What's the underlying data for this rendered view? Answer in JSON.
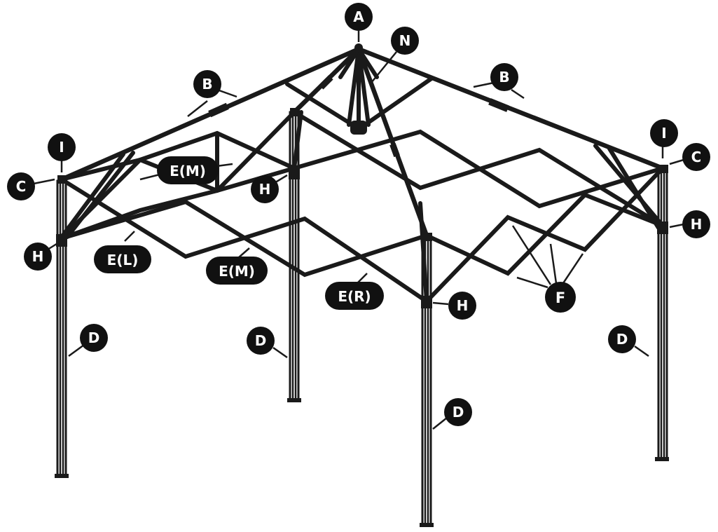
{
  "callouts": {
    "a": "A",
    "n": "N",
    "b_left": "B",
    "b_right": "B",
    "i_left": "I",
    "i_right": "I",
    "c_left": "C",
    "c_right": "C",
    "h_front_left": "H",
    "h_back_left": "H",
    "h_front_right": "H",
    "h_back_right": "H",
    "em_back": "E(M)",
    "el": "E(L)",
    "em_front": "E(M)",
    "er": "E(R)",
    "f": "F",
    "d_front_left": "D",
    "d_back_left": "D",
    "d_front_right": "D",
    "d_back_right": "D"
  }
}
